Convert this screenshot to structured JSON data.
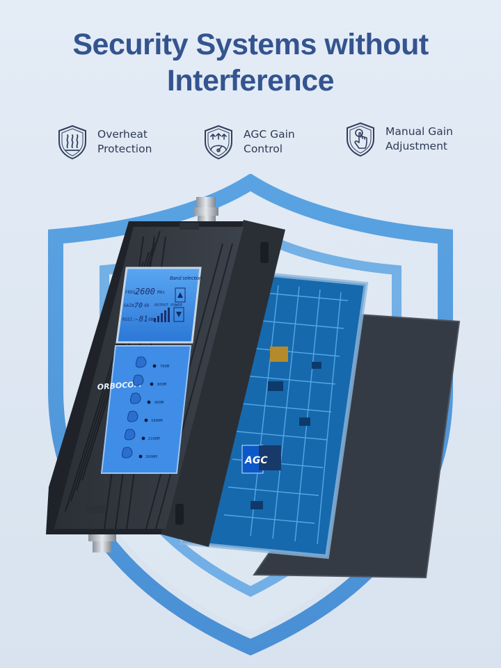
{
  "header": {
    "title_line1": "Security Systems without",
    "title_line2": "Interference"
  },
  "features": [
    {
      "label_line1": "Overheat",
      "label_line2": "Protection",
      "icon": "heat-shield-icon"
    },
    {
      "label_line1": "AGC Gain",
      "label_line2": "Control",
      "icon": "gauge-shield-icon"
    },
    {
      "label_line1": "Manual Gain",
      "label_line2": "Adjustment",
      "icon": "hand-tap-shield-icon"
    }
  ],
  "device": {
    "display": {
      "band_selection": "Band selection",
      "freq_label": "FREQ:",
      "freq_value": "2600",
      "freq_unit": "MHz",
      "gain_label": "GAIN:",
      "gain_value": "70",
      "gain_unit": "dB",
      "output_power": "OUTPUT POWER",
      "rssi_label": "RSSI:",
      "rssi_value": "-81",
      "rssi_unit": "dBm"
    },
    "brand": "ORBOCOM",
    "bands": [
      "700M",
      "800M",
      "900M",
      "1800M",
      "2100M",
      "2600M"
    ],
    "chip_label": "AGC"
  },
  "colors": {
    "title": "#34548f",
    "shield": "#3f8fd8",
    "pcb": "#1769ad",
    "display": "#2f86e0"
  }
}
